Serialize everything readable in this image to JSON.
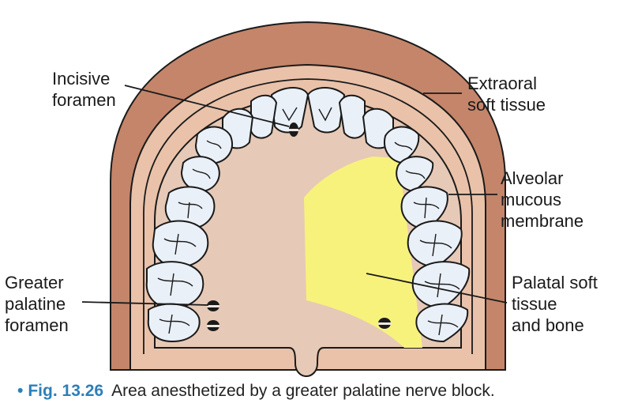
{
  "labels": {
    "incisive_foramen": "Incisive\nforamen",
    "extraoral_soft_tissue": "Extraoral\nsoft tissue",
    "alveolar_mucous_membrane": "Alveolar\nmucous\nmembrane",
    "greater_palatine_foramen": "Greater\npalatine\nforamen",
    "palatal_soft_tissue_and_bone": "Palatal soft\ntissue\nand bone"
  },
  "caption": {
    "bullet": "•",
    "figure_number": "Fig. 13.26",
    "text": "Area anesthetized by a greater palatine nerve block."
  },
  "colors": {
    "extraoral": "#c4856a",
    "alveolar": "#e9c2a9",
    "palate": "#e6c9b6",
    "anesthetized_area": "#f7f27c",
    "tooth": "#e9f0f8",
    "outline": "#1a1a1a"
  }
}
